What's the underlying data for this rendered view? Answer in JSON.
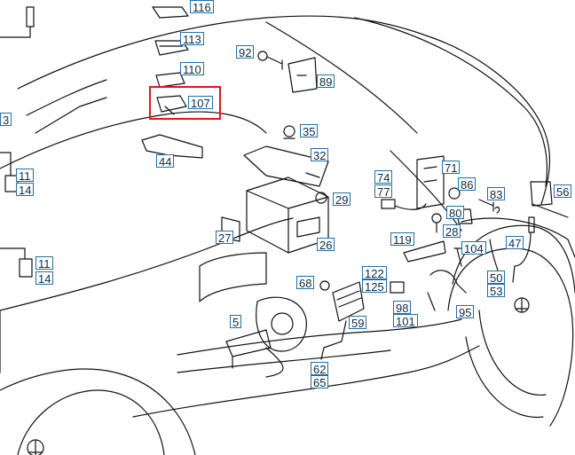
{
  "diagram": {
    "colors": {
      "line": "#111111",
      "callout_border": "#1f6fa8",
      "callout_text": "#0b2a44",
      "highlight": "#e0161b"
    },
    "highlighted_part": "107",
    "callouts": [
      "116",
      "113",
      "110",
      "107",
      "92",
      "89",
      "35",
      "32",
      "44",
      "74",
      "77",
      "71",
      "86",
      "83",
      "56",
      "29",
      "80",
      "28",
      "27",
      "26",
      "119",
      "104",
      "47",
      "122",
      "125",
      "68",
      "50",
      "53",
      "98",
      "101",
      "95",
      "5",
      "59",
      "62",
      "65",
      "11",
      "14",
      "11",
      "14",
      "3"
    ]
  }
}
